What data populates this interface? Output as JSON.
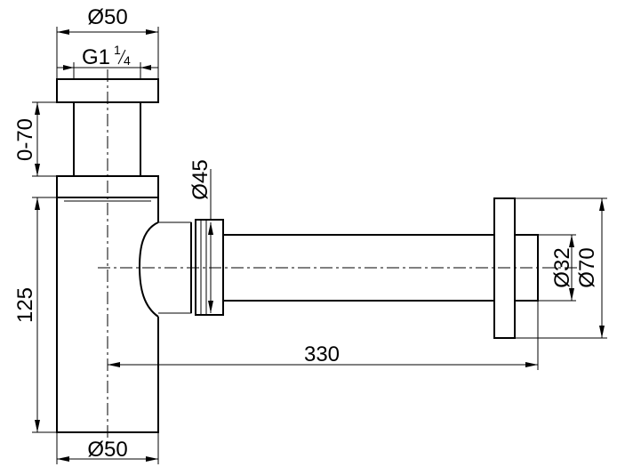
{
  "dimensions": {
    "top_diameter": "Ø50",
    "thread_main": "G1",
    "thread_num": "1",
    "thread_den": "4",
    "height_range": "0-70",
    "body_height": "125",
    "inlet_diameter": "Ø45",
    "pipe_length": "330",
    "bottom_diameter": "Ø50",
    "wall_pipe_diameter": "Ø32",
    "flange_diameter": "Ø70"
  }
}
